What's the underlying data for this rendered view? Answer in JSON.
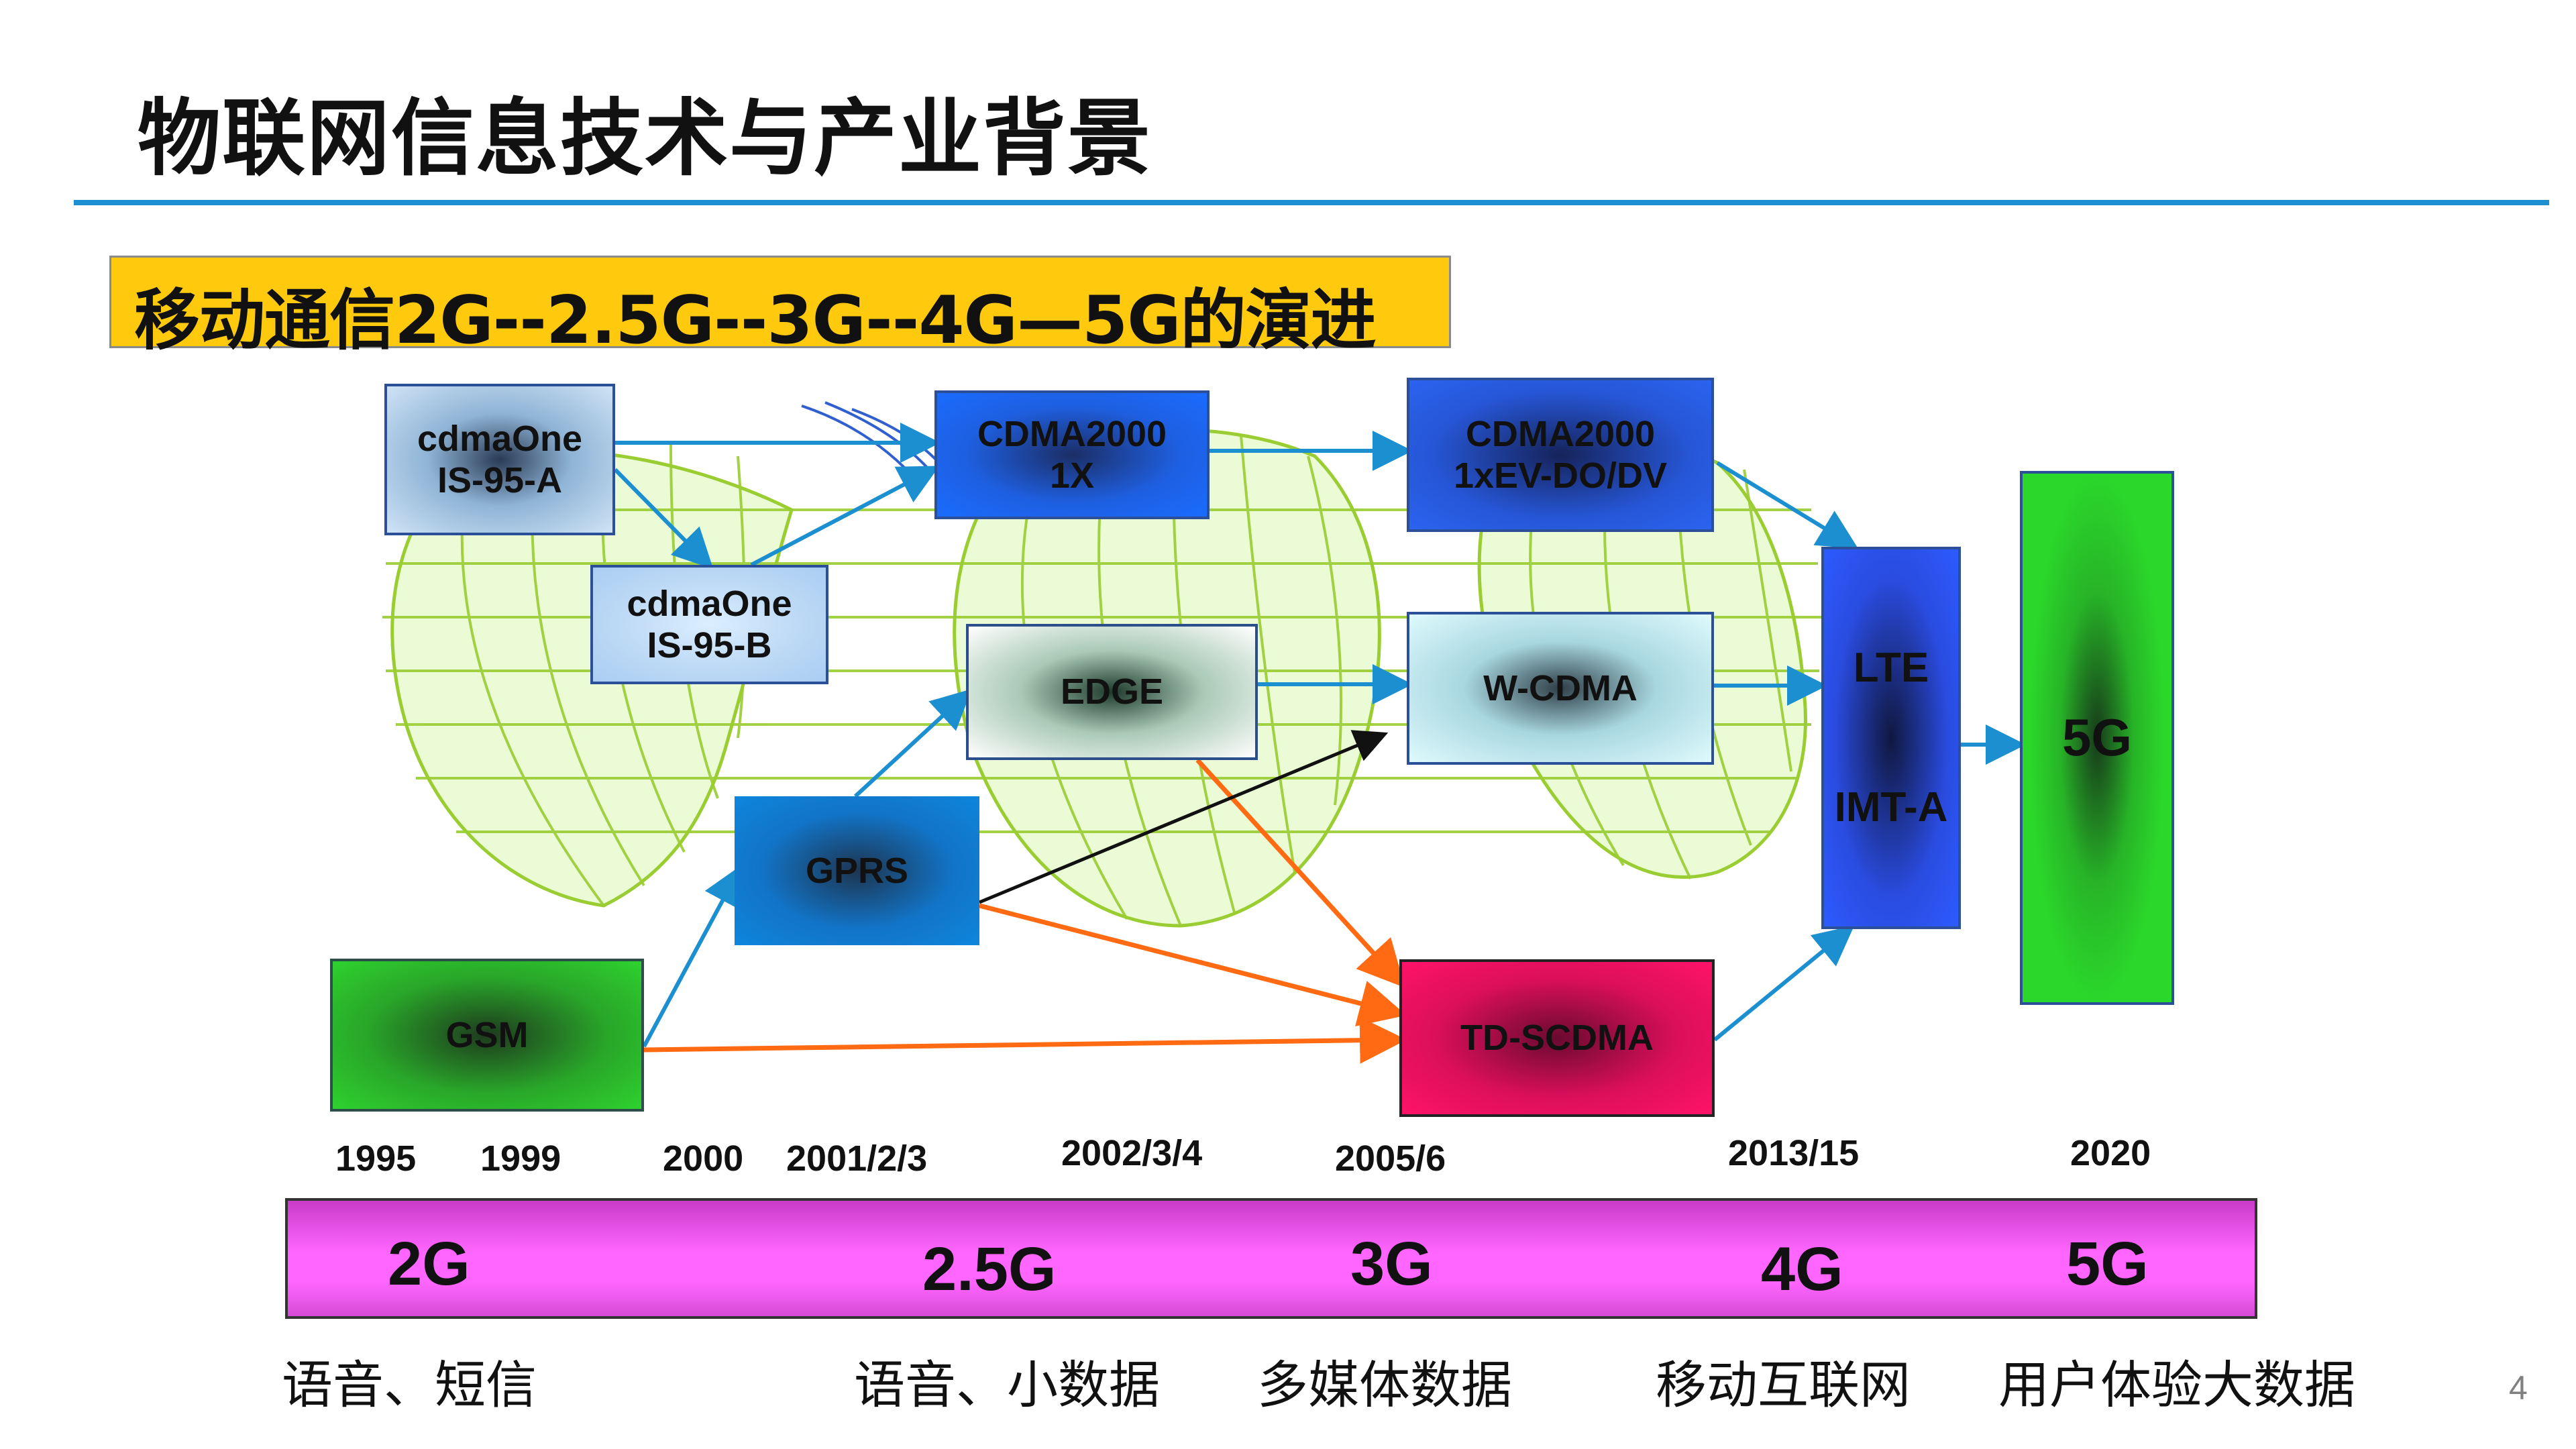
{
  "slide": {
    "title": "物联网信息技术与产业背景",
    "subtitle": "移动通信2G--2.5G--3G--4G—5G的演进",
    "page_number": "4"
  },
  "nodes": {
    "is95a": {
      "line1": "cdmaOne",
      "line2": "IS-95-A"
    },
    "is95b": {
      "line1": "cdmaOne",
      "line2": "IS-95-B"
    },
    "cdma1x": {
      "line1": "CDMA2000",
      "line2": "1X"
    },
    "evdo": {
      "line1": "CDMA2000",
      "line2": "1xEV-DO/DV"
    },
    "edge": {
      "label": "EDGE"
    },
    "wcdma": {
      "label": "W-CDMA"
    },
    "gprs": {
      "label": "GPRS"
    },
    "gsm": {
      "label": "GSM"
    },
    "tdscdma": {
      "label": "TD-SCDMA"
    },
    "lte": {
      "line1": "LTE",
      "line2": "IMT-A"
    },
    "g5": {
      "label": "5G"
    }
  },
  "timeline": {
    "years": [
      "1995",
      "1999",
      "2000",
      "2001/2/3",
      "2002/3/4",
      "2005/6",
      "2013/15",
      "2020"
    ],
    "generations": [
      "2G",
      "2.5G",
      "3G",
      "4G",
      "5G"
    ],
    "features": [
      "语音、短信",
      "语音、小数据",
      "多媒体数据",
      "移动互联网",
      "用户体验大数据"
    ]
  },
  "colors": {
    "accent_rule": "#1b8fd0",
    "subtitle_bg": "#ffc90e",
    "arrow_blue": "#1b8fd0",
    "arrow_orange": "#ff6a13",
    "arrow_black": "#111111",
    "map_green": "#9acd32",
    "era_bar": "#ff66ff"
  }
}
